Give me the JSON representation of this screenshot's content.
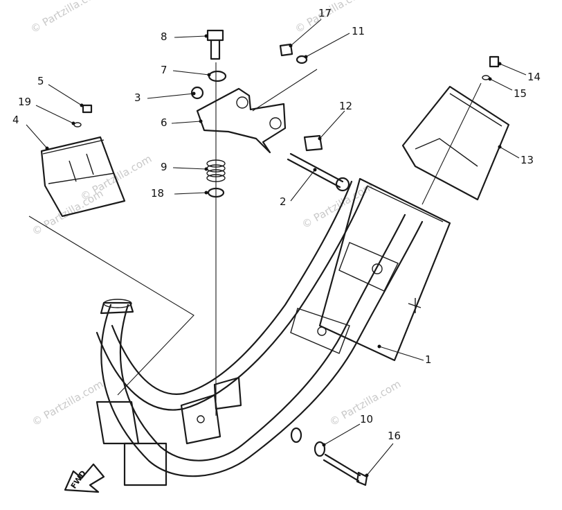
{
  "callouts": [
    {
      "id": "c1",
      "label": "1"
    },
    {
      "id": "c2",
      "label": "2"
    },
    {
      "id": "c3",
      "label": "3"
    },
    {
      "id": "c4",
      "label": "4"
    },
    {
      "id": "c5",
      "label": "5"
    },
    {
      "id": "c6",
      "label": "6"
    },
    {
      "id": "c7",
      "label": "7"
    },
    {
      "id": "c8",
      "label": "8"
    },
    {
      "id": "c9",
      "label": "9"
    },
    {
      "id": "c10",
      "label": "10"
    },
    {
      "id": "c11",
      "label": "11"
    },
    {
      "id": "c12",
      "label": "12"
    },
    {
      "id": "c13",
      "label": "13"
    },
    {
      "id": "c14",
      "label": "14"
    },
    {
      "id": "c15",
      "label": "15"
    },
    {
      "id": "c16",
      "label": "16"
    },
    {
      "id": "c17",
      "label": "17"
    },
    {
      "id": "c18",
      "label": "18"
    },
    {
      "id": "c19",
      "label": "19"
    }
  ],
  "direction_marker": "FWD",
  "watermark": "© Partzilla.com",
  "colors": {
    "ink": "#1a1a1a",
    "watermark": "#c9c9c9",
    "background": "#ffffff"
  }
}
